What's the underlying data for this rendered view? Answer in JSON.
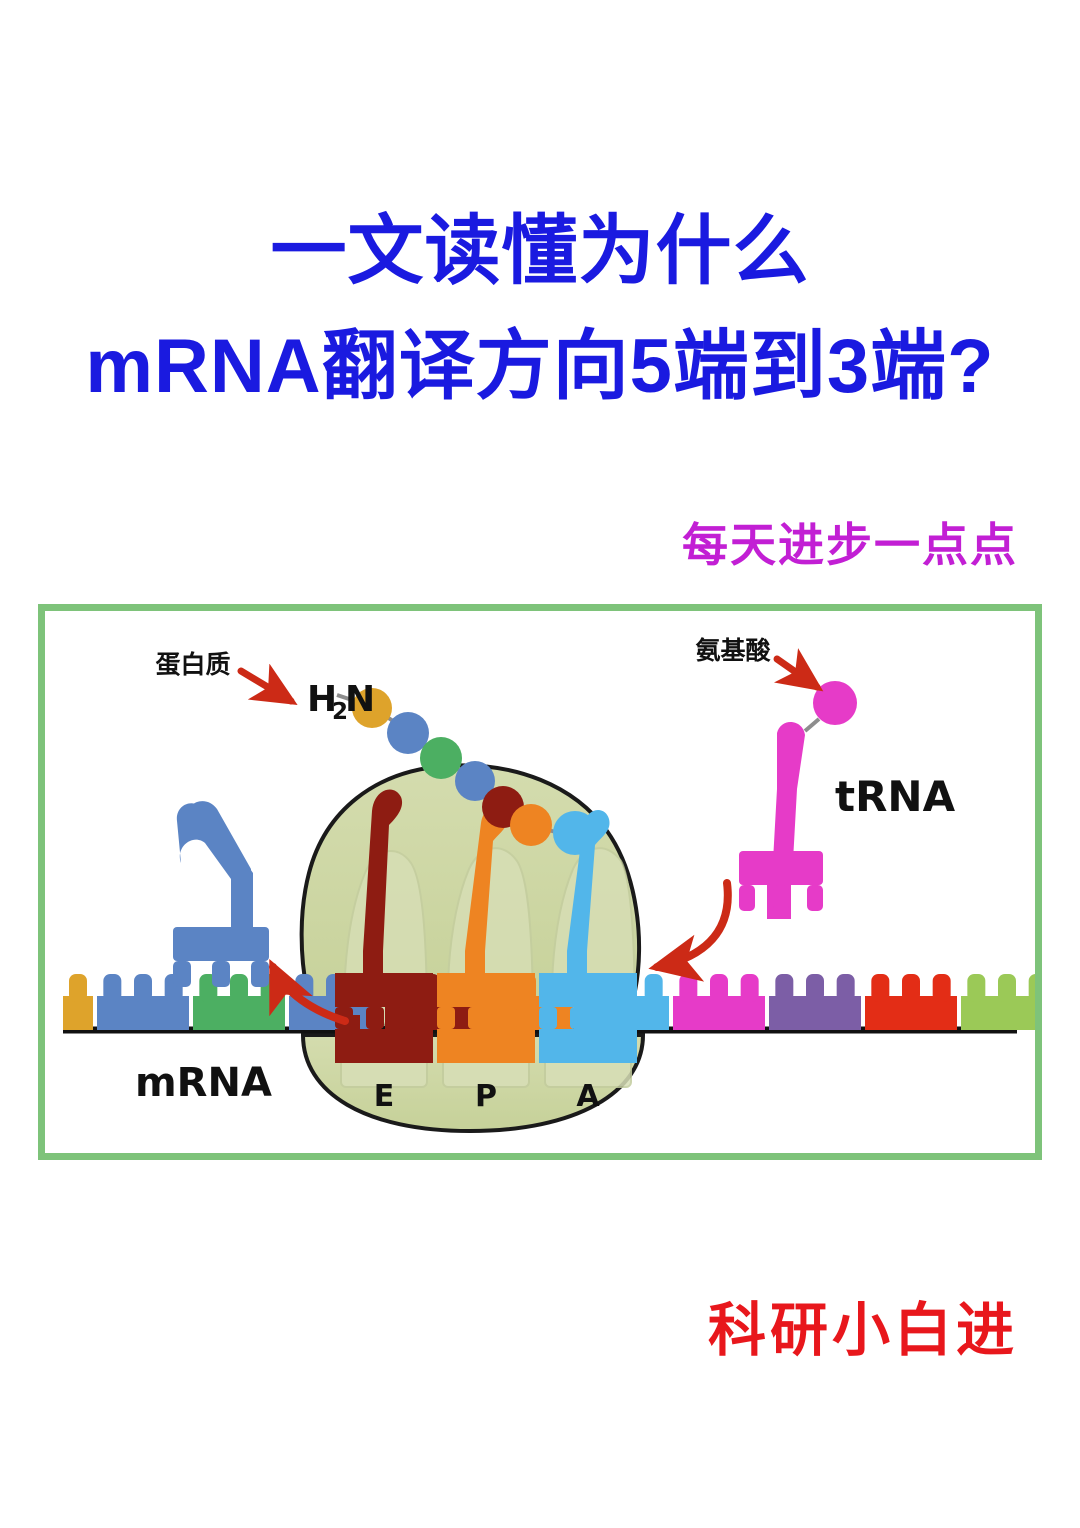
{
  "poster": {
    "background_color": "#ffffff",
    "title": {
      "line1": "一文读懂为什么",
      "line2": "mRNA翻译方向5端到3端?",
      "color": "#1a1ae0"
    },
    "subtitle": {
      "text": "每天进步一点点",
      "color": "#c21fd4"
    },
    "signature": {
      "text": "科研小白进",
      "color": "#e8171c"
    }
  },
  "figure": {
    "border_color": "#7ec37a",
    "background_color": "#ffffff",
    "labels": {
      "protein": "蛋白质",
      "amino_terminus": "H",
      "amino_terminus_sub": "2",
      "amino_terminus_tail": "N",
      "amino_acid": "氨基酸",
      "trna": "tRNA",
      "mrna": "mRNA",
      "site_e": "E",
      "site_p": "P",
      "site_a": "A"
    },
    "colors": {
      "ribosome": "#ccd6a2",
      "ribosome_outline": "#1a1a1a",
      "arrow_red": "#cc2a16",
      "trna_exiting": "#5b84c4",
      "trna_incoming": "#e63bc8",
      "trna_e_site": "#8e1c12",
      "trna_p_site": "#ee8422",
      "trna_a_site": "#52b6ea",
      "mrna_backbone": "#111111"
    },
    "polypeptide_beads": [
      {
        "index": 1,
        "color": "#dea32b"
      },
      {
        "index": 2,
        "color": "#5b84c4"
      },
      {
        "index": 3,
        "color": "#4caf62"
      },
      {
        "index": 4,
        "color": "#5b84c4"
      },
      {
        "index": 5,
        "color": "#8e1c12"
      },
      {
        "index": 6,
        "color": "#ee8422"
      },
      {
        "index": 7,
        "color": "#52b6ea"
      }
    ],
    "mrna_codons": [
      {
        "index": 1,
        "color": "#dea32b",
        "partial": true,
        "teeth": 1
      },
      {
        "index": 2,
        "color": "#5b84c4",
        "partial": false,
        "teeth": 3
      },
      {
        "index": 3,
        "color": "#4caf62",
        "partial": false,
        "teeth": 3
      },
      {
        "index": 4,
        "color": "#5b84c4",
        "partial": false,
        "teeth": 3
      },
      {
        "index": 5,
        "color": "#8e1c12",
        "partial": false,
        "teeth": 3
      },
      {
        "index": 6,
        "color": "#ee8422",
        "partial": false,
        "teeth": 3
      },
      {
        "index": 7,
        "color": "#52b6ea",
        "partial": false,
        "teeth": 3
      },
      {
        "index": 8,
        "color": "#e63bc8",
        "partial": false,
        "teeth": 3
      },
      {
        "index": 9,
        "color": "#7c5ea6",
        "partial": false,
        "teeth": 3
      },
      {
        "index": 10,
        "color": "#e32d16",
        "partial": false,
        "teeth": 3
      },
      {
        "index": 11,
        "color": "#9bc957",
        "partial": false,
        "teeth": 3
      },
      {
        "index": 12,
        "color": "#5b84c4",
        "partial": true,
        "teeth": 1
      }
    ]
  }
}
